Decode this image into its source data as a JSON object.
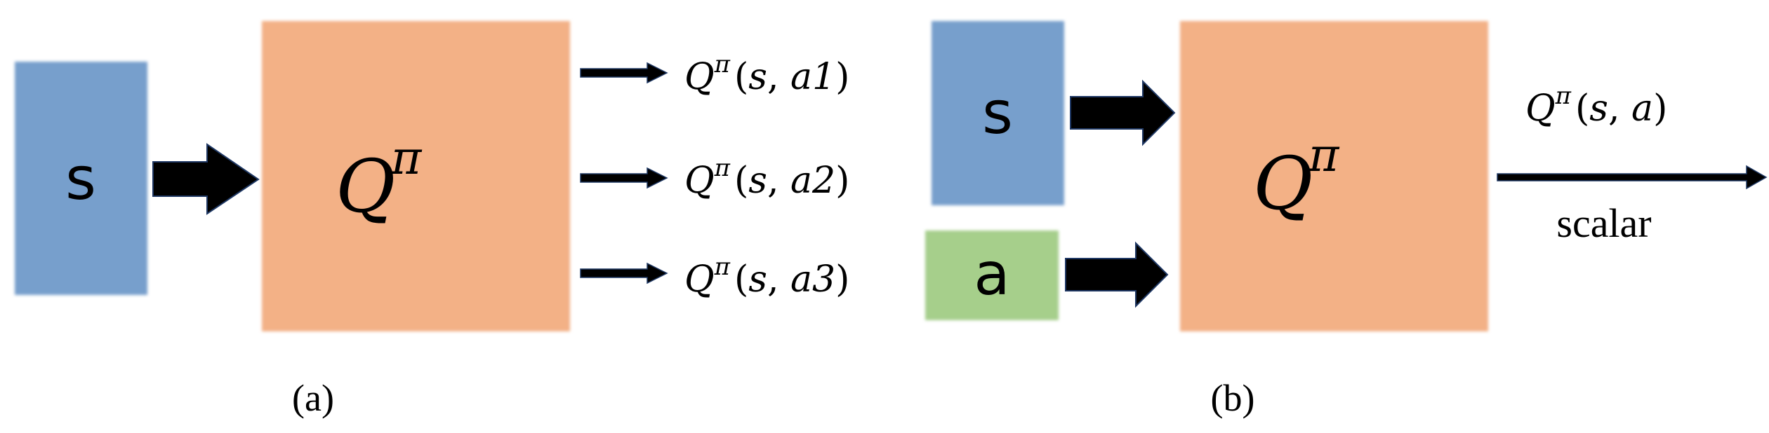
{
  "panel_a": {
    "input_label": "s",
    "q_symbol": "Q",
    "q_superscript": "π",
    "outputs": [
      {
        "q": "Q",
        "sup": "π",
        "open": "(",
        "s": "s",
        "comma": ", ",
        "action": "a1",
        "close": ")"
      },
      {
        "q": "Q",
        "sup": "π",
        "open": "(",
        "s": "s",
        "comma": ", ",
        "action": "a2",
        "close": ")"
      },
      {
        "q": "Q",
        "sup": "π",
        "open": "(",
        "s": "s",
        "comma": ", ",
        "action": "a3",
        "close": ")"
      }
    ],
    "caption": "(a)"
  },
  "panel_b": {
    "state_label": "s",
    "action_label": "a",
    "q_symbol": "Q",
    "q_superscript": "π",
    "output": {
      "q": "Q",
      "sup": "π",
      "open": "(",
      "s": "s",
      "comma": ", ",
      "action": "a",
      "close": ")"
    },
    "output_note": "scalar",
    "caption": "(b)"
  },
  "colors": {
    "state_box": "#779fcc",
    "action_box": "#a6cf8b",
    "q_box": "#f3b186",
    "arrow_fill": "#000000",
    "arrow_edge": "#1f3864"
  }
}
